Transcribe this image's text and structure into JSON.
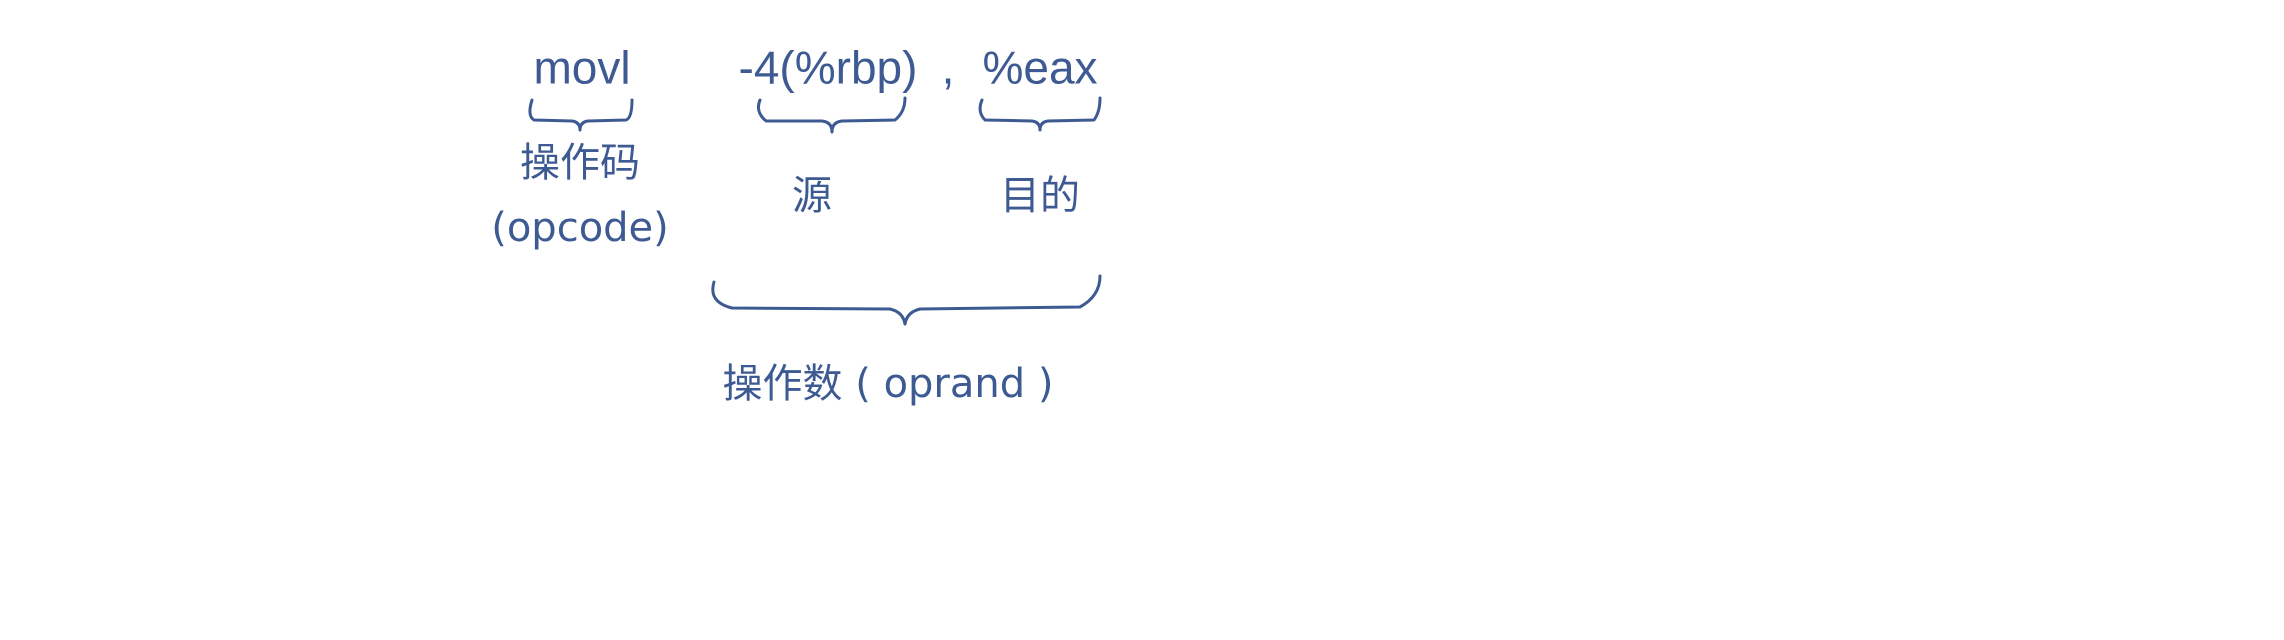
{
  "instruction": {
    "opcode": "movl",
    "source": "-4(%rbp)",
    "separator": ",",
    "destination": "%eax"
  },
  "labels": {
    "opcode_cn": "操作码",
    "opcode_en": "(opcode)",
    "source": "源",
    "destination": "目的",
    "operands": "操作数 ( oprand )"
  },
  "colors": {
    "ink": "#3d5a92",
    "background": "#ffffff"
  }
}
